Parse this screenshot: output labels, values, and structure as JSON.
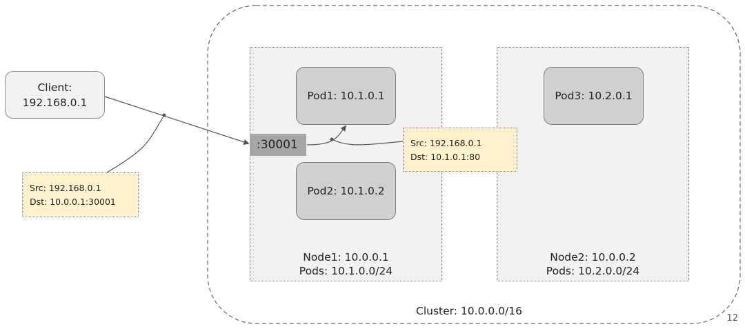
{
  "cluster": {
    "label": "Cluster: 10.0.0.0/16"
  },
  "client": {
    "line1": "Client:",
    "line2": "192.168.0.1"
  },
  "nodes": [
    {
      "line1": "Node1: 10.0.0.1",
      "line2": "Pods: 10.1.0.0/24"
    },
    {
      "line1": "Node2: 10.0.0.2",
      "line2": "Pods: 10.2.0.0/24"
    }
  ],
  "pods": [
    {
      "label": "Pod1: 10.1.0.1"
    },
    {
      "label": "Pod2: 10.1.0.2"
    },
    {
      "label": "Pod3: 10.2.0.1"
    }
  ],
  "node_port": {
    "label": ":30001"
  },
  "notes": [
    {
      "src": "Src: 192.168.0.1",
      "dst": "Dst: 10.0.0.1:30001"
    },
    {
      "src": "Src: 192.168.0.1",
      "dst": "Dst: 10.1.0.1:80"
    }
  ],
  "page_number": "12"
}
